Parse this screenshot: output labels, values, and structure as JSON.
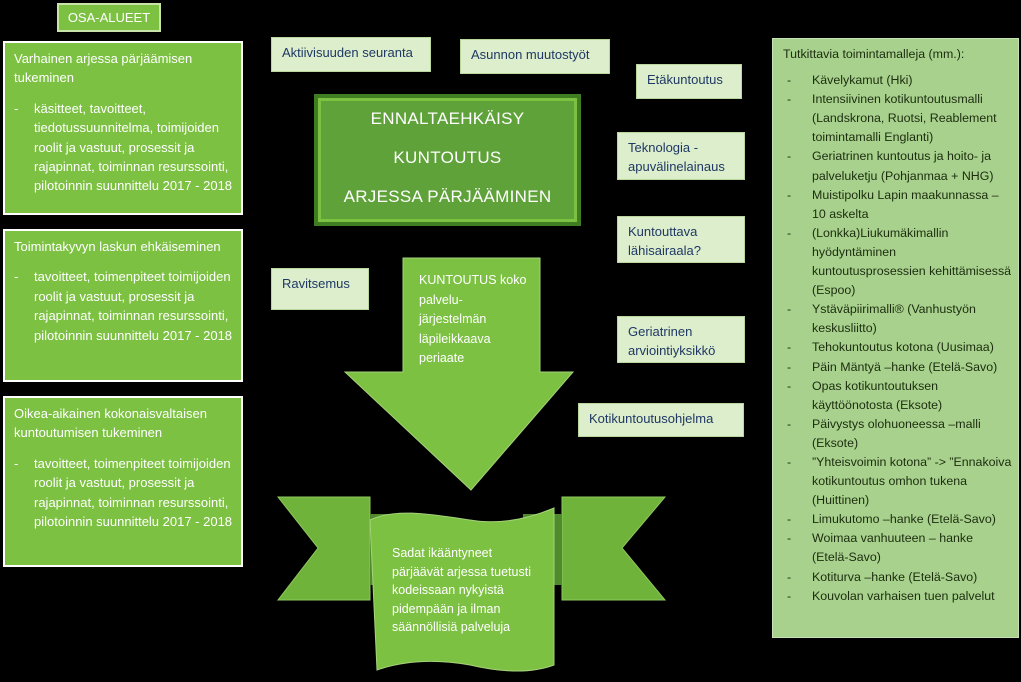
{
  "osa_label": "OSA-ALUEET",
  "left_boxes": [
    {
      "title": "Varhainen arjessa pärjäämisen tukeminen",
      "item": "käsitteet, tavoitteet, tiedotussuunnitelma, toimijoiden roolit ja vastuut, prosessit ja rajapinnat, toiminnan resurssointi, pilotoinnin suunnittelu 2017 - 2018"
    },
    {
      "title": "Toimintakyvyn laskun ehkäiseminen",
      "item": "tavoitteet, toimenpiteet toimijoiden roolit ja vastuut, prosessit ja rajapinnat, toiminnan resurssointi, pilotoinnin suunnittelu 2017 - 2018"
    },
    {
      "title": "Oikea-aikainen kokonaisvaltaisen kuntoutumisen tukeminen",
      "item": "tavoitteet, toimenpiteet toimijoiden roolit ja vastuut, prosessit ja rajapinnat, toiminnan resurssointi, pilotoinnin suunnittelu 2017 - 2018"
    }
  ],
  "tags": {
    "aktiivisuus": "Aktiivisuuden seuranta",
    "asunnon": "Asunnon muutostyöt",
    "eta": "Etäkuntoutus",
    "teknologia": "Teknologia - apuvälinelainaus",
    "kuntouttava": "Kuntouttava lähisairaala?",
    "geriatrinen": "Geriatrinen arviointiyksikkö",
    "kotikuntoutus": "Kotikuntoutusohjelma",
    "ravitsemus": "Ravitsemus"
  },
  "center": {
    "line1": "ENNALTAEHKÄISY",
    "line2": "KUNTOUTUS",
    "line3": "ARJESSA PÄRJÄÄMINEN"
  },
  "arrow_text": "KUNTOUTUS koko palvelu-järjestelmän läpileikkaava periaate",
  "ribbon_text": "Sadat ikääntyneet pärjäävät arjessa tuetusti kodeissaan nykyistä pidempään ja ilman säännöllisiä palveluja",
  "right_panel": {
    "title": "Tutkittavia toimintamalleja (mm.):",
    "items": [
      "Kävelykamut (Hki)",
      "Intensiivinen kotikuntoutusmalli (Landskrona, Ruotsi, Reablement toimintamalli Englanti)",
      "Geriatrinen kuntoutus ja hoito- ja palveluketju (Pohjanmaa + NHG)",
      "Muistipolku Lapin maakunnassa – 10 askelta",
      "(Lonkka)Liukumäkimallin hyödyntäminen kuntoutusprosessien kehittämisessä (Espoo)",
      "Ystäväpiirimalli® (Vanhustyön keskusliitto)",
      "Tehokuntoutus kotona (Uusimaa)",
      "Päin Mäntyä –hanke (Etelä-Savo)",
      "Opas kotikuntoutuksen käyttöönotosta (Eksote)",
      "Päivystys olohuoneessa –malli (Eksote)",
      "”Yhteisvoimin kotona” -> ”Ennakoiva kotikuntoutus omhon tukena (Huittinen)",
      "Limukutomo –hanke (Etelä-Savo)",
      "Woimaa vanhuuteen – hanke (Etelä-Savo)",
      "Kotiturva –hanke (Etelä-Savo)",
      "Kouvolan varhaisen tuen palvelut"
    ]
  },
  "colors": {
    "box_green": "#7cc142",
    "dark_green": "#5fa23a",
    "tag_bg": "#ddeecd",
    "tag_text": "#1f3864",
    "panel_bg": "#a9d18e"
  }
}
